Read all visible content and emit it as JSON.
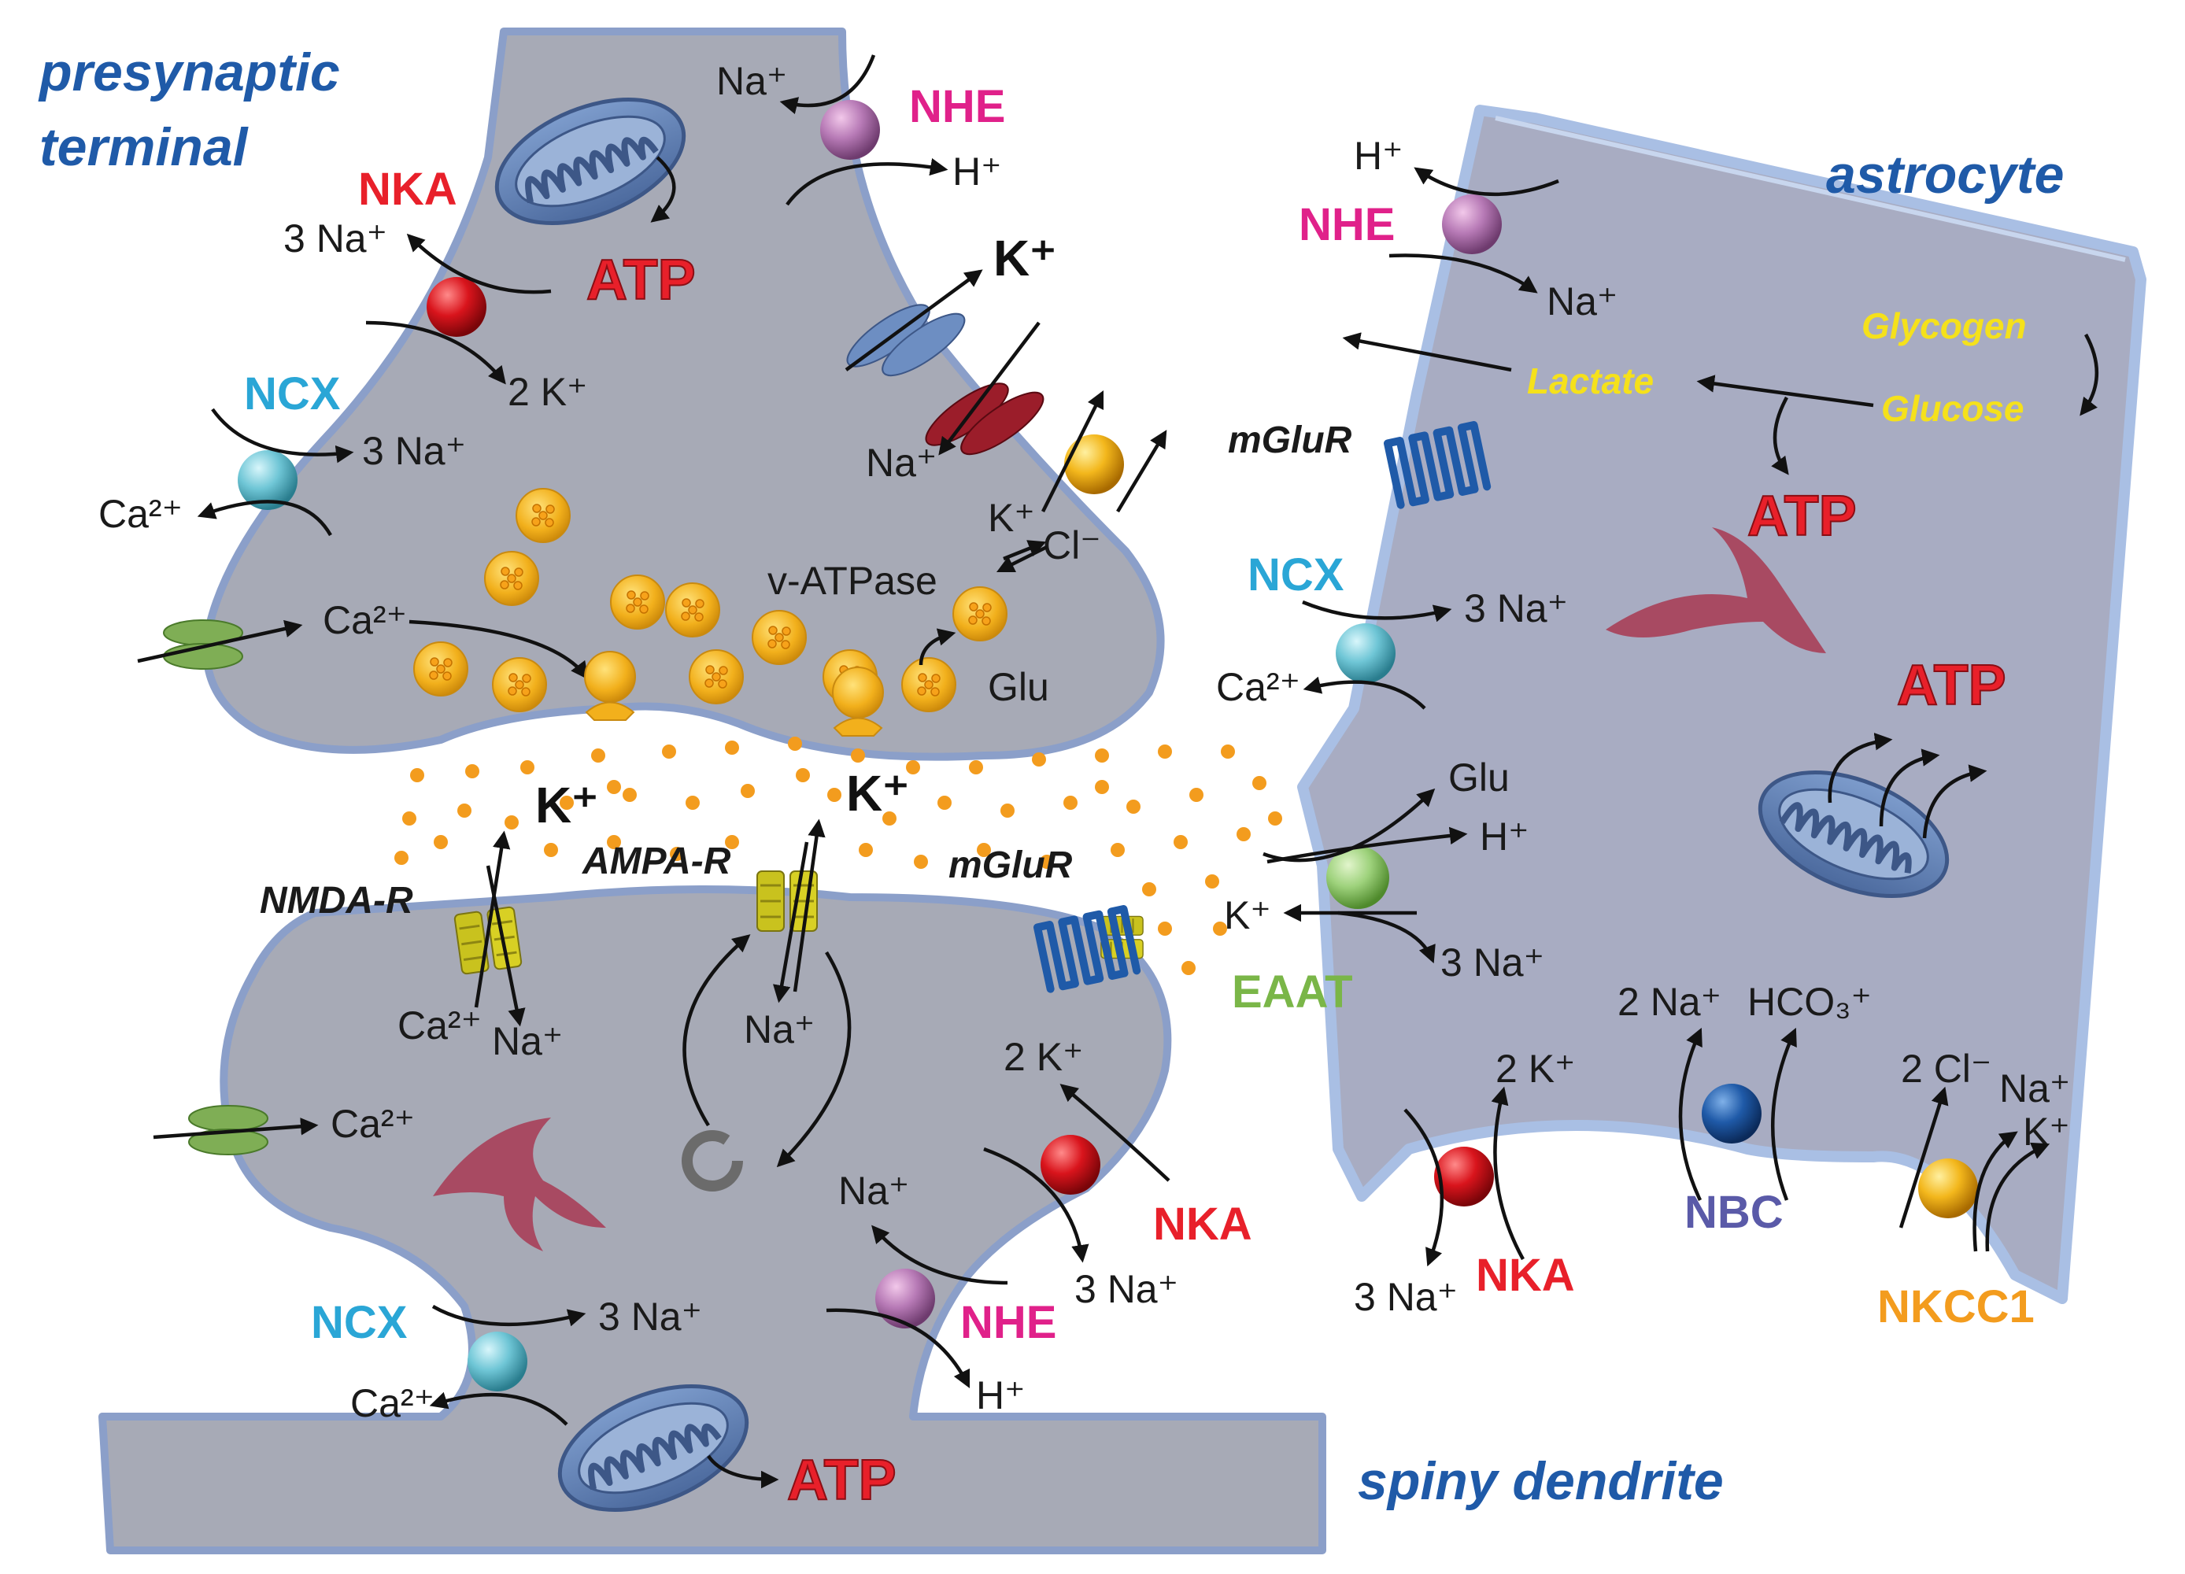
{
  "regions": {
    "presynaptic": [
      "presynaptic",
      "terminal"
    ],
    "astrocyte": "astrocyte",
    "dendrite": "spiny dendrite"
  },
  "transporters": {
    "nka": "NKA",
    "nhe": "NHE",
    "ncx": "NCX",
    "eaat": "EAAT",
    "nbc": "NBC",
    "nkcc1": "NKCC1"
  },
  "receptors": {
    "nmda": "NMDA-R",
    "ampa": "AMPA-R",
    "mglur": "mGluR"
  },
  "atp": "ATP",
  "ions": {
    "na_plus": "Na⁺",
    "three_na": "3 Na⁺",
    "two_k": "2 K⁺",
    "h_plus": "H⁺",
    "k_plus": "K⁺",
    "ca2": "Ca²⁺",
    "cl_minus": "Cl⁻",
    "two_cl": "2 Cl⁻",
    "two_na": "2 Na⁺",
    "hco3": "HCO₃⁺"
  },
  "labels": {
    "v_atpase": "v-ATPase",
    "glu": "Glu"
  },
  "metabolism": {
    "glycogen": "Glycogen",
    "lactate": "Lactate",
    "glucose": "Glucose"
  },
  "colors": {
    "cell_fill": "#a7aab6",
    "cell_stroke": "#8b9fc9",
    "nka_red": "#e8202a",
    "nhe_pink": "#e0218a",
    "ncx_cyan": "#2aa6d6",
    "eaat_green": "#7ab648",
    "nbc_blue": "#5a5aa8",
    "nkcc_orange": "#f39c1e",
    "vesicle": "#f2b01c",
    "region_blue": "#1f5aa8",
    "atp_red": "#e8202a"
  }
}
